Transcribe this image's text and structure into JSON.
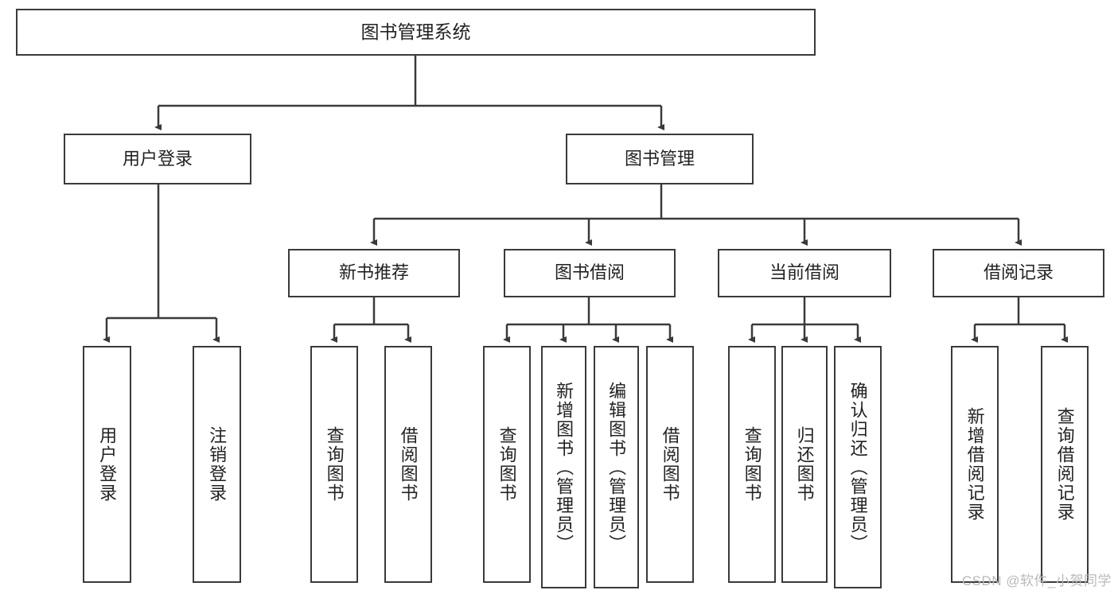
{
  "diagram": {
    "type": "tree-hierarchy",
    "title": "图书管理系统",
    "watermark": "CSDN @软件_小贺同学",
    "colors": {
      "stroke": "#3a3a3a",
      "background": "#ffffff",
      "text": "#222222",
      "watermark": "#b9b9b9"
    },
    "levels": {
      "root": {
        "label": "图书管理系统"
      },
      "level2": [
        {
          "label": "用户登录"
        },
        {
          "label": "图书管理"
        }
      ],
      "level3": [
        {
          "label": "新书推荐"
        },
        {
          "label": "图书借阅"
        },
        {
          "label": "当前借阅"
        },
        {
          "label": "借阅记录"
        }
      ],
      "leaves": [
        {
          "label": "用户登录",
          "parent": "用户登录"
        },
        {
          "label": "注销登录",
          "parent": "用户登录"
        },
        {
          "label": "查询图书",
          "parent": "新书推荐"
        },
        {
          "label": "借阅图书",
          "parent": "新书推荐"
        },
        {
          "label": "查询图书",
          "parent": "图书借阅"
        },
        {
          "label": "新增图书（管理员）",
          "parent": "图书借阅"
        },
        {
          "label": "编辑图书（管理员）",
          "parent": "图书借阅"
        },
        {
          "label": "借阅图书",
          "parent": "图书借阅"
        },
        {
          "label": "查询图书",
          "parent": "当前借阅"
        },
        {
          "label": "归还图书",
          "parent": "当前借阅"
        },
        {
          "label": "确认归还（管理员）",
          "parent": "当前借阅"
        },
        {
          "label": "新增借阅记录",
          "parent": "借阅记录"
        },
        {
          "label": "查询借阅记录",
          "parent": "借阅记录"
        }
      ]
    }
  }
}
